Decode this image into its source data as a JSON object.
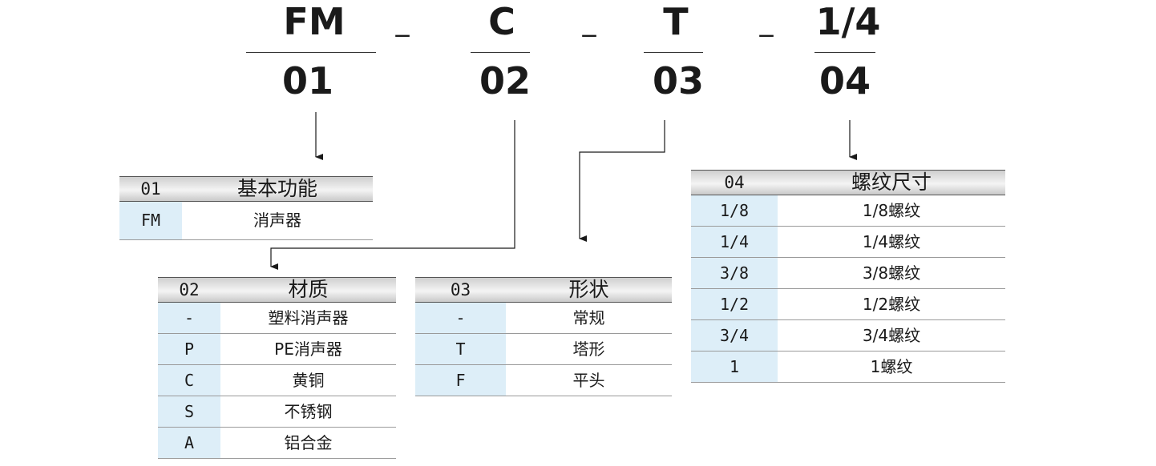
{
  "codes": [
    "FM",
    "C",
    "T",
    "1/4"
  ],
  "separator": "_",
  "numbers": [
    "01",
    "02",
    "03",
    "04"
  ],
  "tables": {
    "t01": {
      "key": "01",
      "title": "基本功能",
      "rows": [
        {
          "k": "FM",
          "v": "消声器"
        }
      ]
    },
    "t02": {
      "key": "02",
      "title": "材质",
      "rows": [
        {
          "k": "-",
          "v": "塑料消声器"
        },
        {
          "k": "P",
          "v": "PE消声器"
        },
        {
          "k": "C",
          "v": "黄铜"
        },
        {
          "k": "S",
          "v": "不锈钢"
        },
        {
          "k": "A",
          "v": "铝合金"
        }
      ]
    },
    "t03": {
      "key": "03",
      "title": "形状",
      "rows": [
        {
          "k": "-",
          "v": "常规"
        },
        {
          "k": "T",
          "v": "塔形"
        },
        {
          "k": "F",
          "v": "平头"
        }
      ]
    },
    "t04": {
      "key": "04",
      "title": "螺纹尺寸",
      "rows": [
        {
          "k": "1/8",
          "v": "1/8螺纹"
        },
        {
          "k": "1/4",
          "v": "1/4螺纹"
        },
        {
          "k": "3/8",
          "v": "3/8螺纹"
        },
        {
          "k": "1/2",
          "v": "1/2螺纹"
        },
        {
          "k": "3/4",
          "v": "3/4螺纹"
        },
        {
          "k": "1",
          "v": "1螺纹"
        }
      ]
    }
  }
}
